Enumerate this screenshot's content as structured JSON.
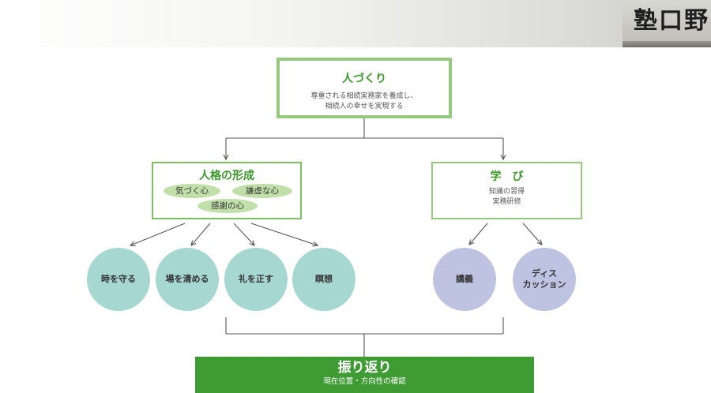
{
  "header": {
    "calligraphy_text": "塾口野"
  },
  "top_box": {
    "title": "人づくり",
    "desc_line1": "尊重される相続実務家を養成し、",
    "desc_line2": "相続人の幸せを実現する"
  },
  "left_box": {
    "title": "人格の形成",
    "pills": [
      "気づく心",
      "謙虚な心",
      "感謝の心"
    ]
  },
  "right_box": {
    "title": "学び",
    "desc_line1": "知識の習得",
    "desc_line2": "実務研修"
  },
  "circles": {
    "left": [
      "時を守る",
      "場を清める",
      "礼を正す",
      "瞑想"
    ],
    "right_1": "講義",
    "right_2_line1": "ディス",
    "right_2_line2": "カッション"
  },
  "bottom_bar": {
    "title": "振り返り",
    "subtitle": "現在位置・方向性の確認"
  },
  "colors": {
    "green_text": "#3b9a2a",
    "box_border": "#95c97e",
    "pill": "#c1dfa8",
    "circle_teal": "#a6d7d0",
    "circle_lavender": "#bfc3e2",
    "bottom_bar": "#3f9c35"
  }
}
